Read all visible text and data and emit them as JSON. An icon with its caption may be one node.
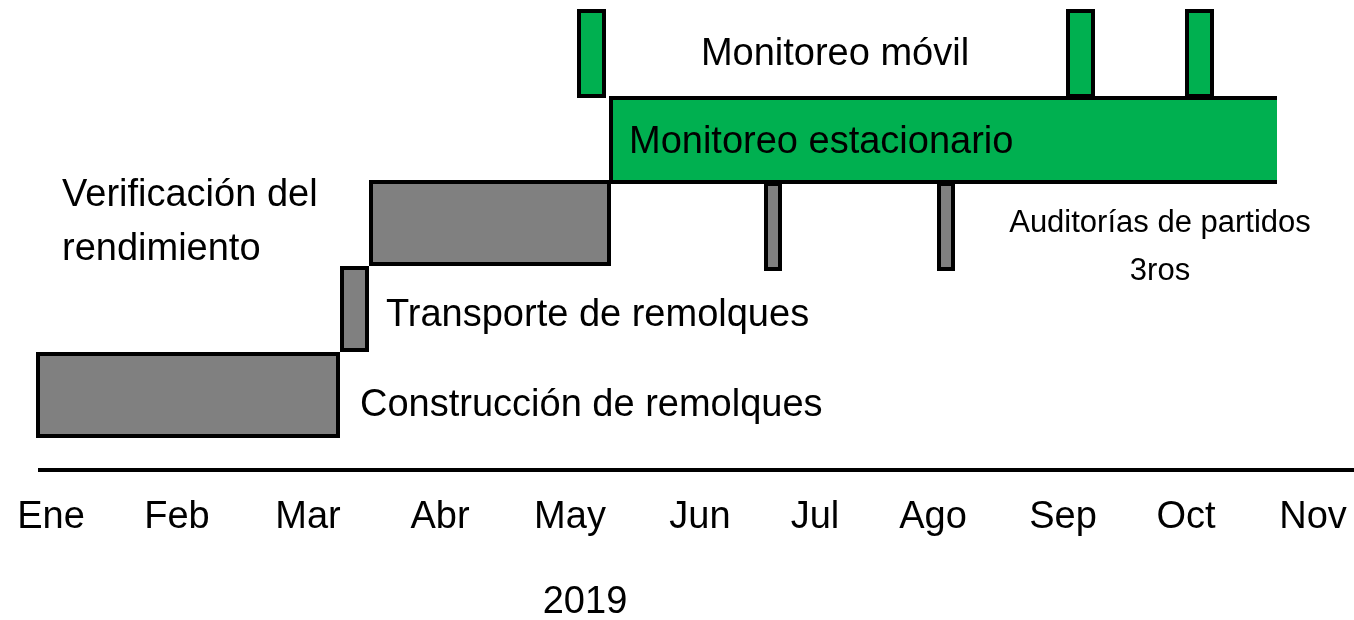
{
  "diagram": {
    "nodes": [
      {
        "text": [],
        "shape": "bar",
        "beside": [
          "Construcción de remolques"
        ]
      },
      {
        "text": [],
        "shape": "bar",
        "beside": [
          "Transporte de remolques"
        ]
      },
      {
        "text": [],
        "shape": "bar"
      },
      {
        "text": [
          "Monitoreo estacionario"
        ]
      },
      {
        "text": [],
        "shape": "bar"
      },
      {
        "text": [],
        "shape": "bar"
      },
      {
        "text": [],
        "shape": "bar"
      },
      {
        "text": [],
        "shape": "bar"
      },
      {
        "text": [],
        "shape": "bar"
      }
    ],
    "edges": [],
    "labels": [
      "Monitoreo móvil",
      "Verificación del rendimiento",
      "Auditorías de partidos 3ros",
      "Ene",
      "Feb",
      "Mar",
      "Abr",
      "May",
      "Jun",
      "Jul",
      "Ago",
      "Sep",
      "Oct",
      "Nov",
      "2019"
    ]
  }
}
